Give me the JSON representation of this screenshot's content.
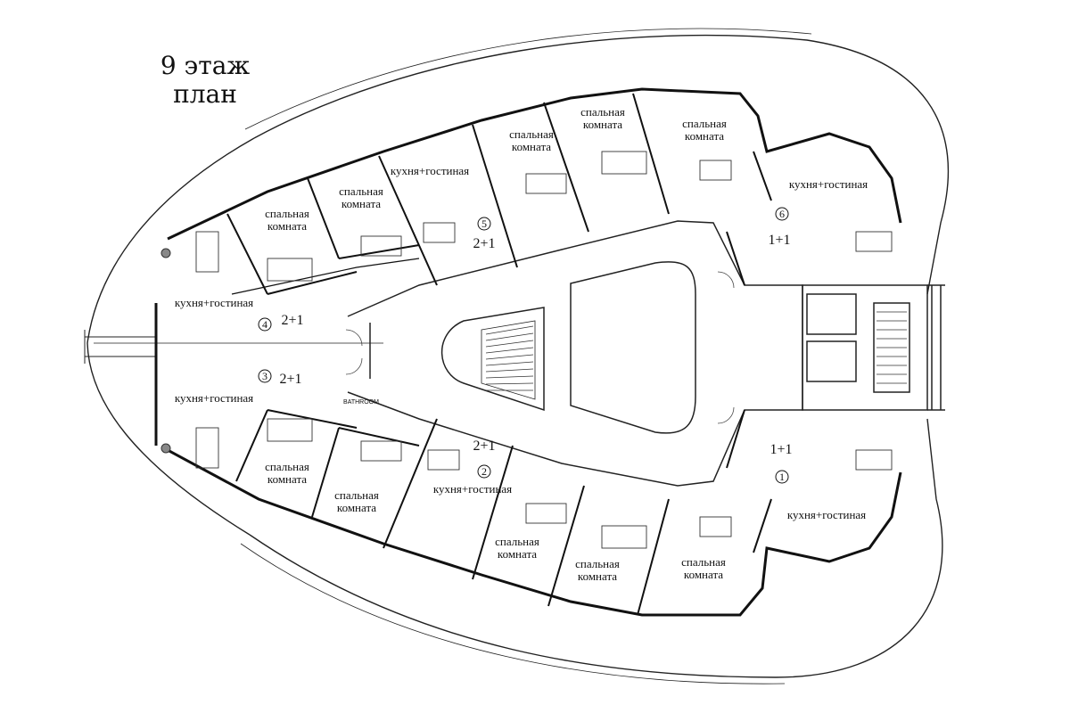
{
  "title": {
    "line1": "9 этаж",
    "line2": "план"
  },
  "labels": {
    "kitchen_living": "кухня+гостиная",
    "bedroom_line1": "спальная",
    "bedroom_line2": "комната",
    "bathroom": "BATHROOM"
  },
  "units": [
    {
      "number": "1",
      "type": "1+1"
    },
    {
      "number": "2",
      "type": "2+1"
    },
    {
      "number": "3",
      "type": "2+1"
    },
    {
      "number": "4",
      "type": "2+1"
    },
    {
      "number": "5",
      "type": "2+1"
    },
    {
      "number": "6",
      "type": "1+1"
    }
  ]
}
